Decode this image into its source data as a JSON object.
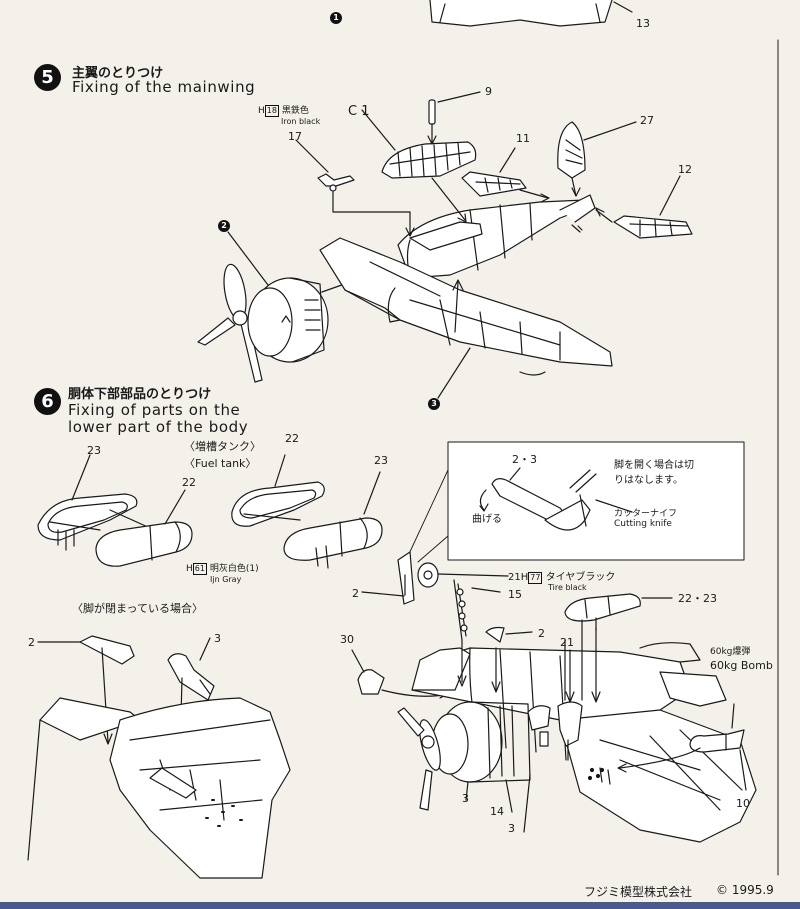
{
  "header": {
    "part_ref_1": "1",
    "part_13": "13"
  },
  "step5": {
    "badge": "5",
    "title_jp": "主翼のとりつけ",
    "title_en": "Fixing of the mainwing",
    "paint_code": "18",
    "paint_prefix": "H",
    "paint_jp": "黒鉄色",
    "paint_en": "Iron black",
    "labels": {
      "c1": "C 1",
      "p9": "9",
      "p17": "17",
      "p11": "11",
      "p27": "27",
      "p12": "12",
      "ref2": "2",
      "ref3": "3"
    }
  },
  "step6": {
    "badge": "6",
    "title_jp": "胴体下部部品のとりつけ",
    "title_en_1": "Fixing of parts on the",
    "title_en_2": "lower part of the body",
    "fuel_tank_jp": "〈増槽タンク〉",
    "fuel_tank_en": "〈Fuel tank〉",
    "closed_gear_jp": "〈脚が閉まっている場合〉",
    "gray_paint_code": "61",
    "gray_paint_prefix": "H",
    "gray_paint_jp": "明灰白色(1)",
    "gray_paint_en": "Ijn Gray",
    "inset": {
      "parts": "2・3",
      "note_jp_1": "脚を開く場合は切",
      "note_jp_2": "りはなします。",
      "bend_jp": "曲げる",
      "knife_jp": "カッターナイフ",
      "knife_en": "Cutting knife"
    },
    "tire_paint_prefix": "21H",
    "tire_paint_code": "77",
    "tire_paint_jp": "タイヤブラック",
    "tire_paint_en": "Tire black",
    "bomb_jp": "60kg爆弾",
    "bomb_en": "60kg Bomb",
    "labels": {
      "p23a": "23",
      "p22a": "22",
      "p22b": "22",
      "p23b": "23",
      "p2a": "2",
      "p3a": "3",
      "p2b": "2",
      "p15": "15",
      "p2c": "2",
      "p30": "30",
      "p21": "21",
      "p2223": "22・23",
      "p3b": "3",
      "p14": "14",
      "p3c": "3",
      "p10": "10"
    }
  },
  "footer": {
    "company": "フジミ模型株式会社",
    "copyright": "© 1995.9"
  }
}
